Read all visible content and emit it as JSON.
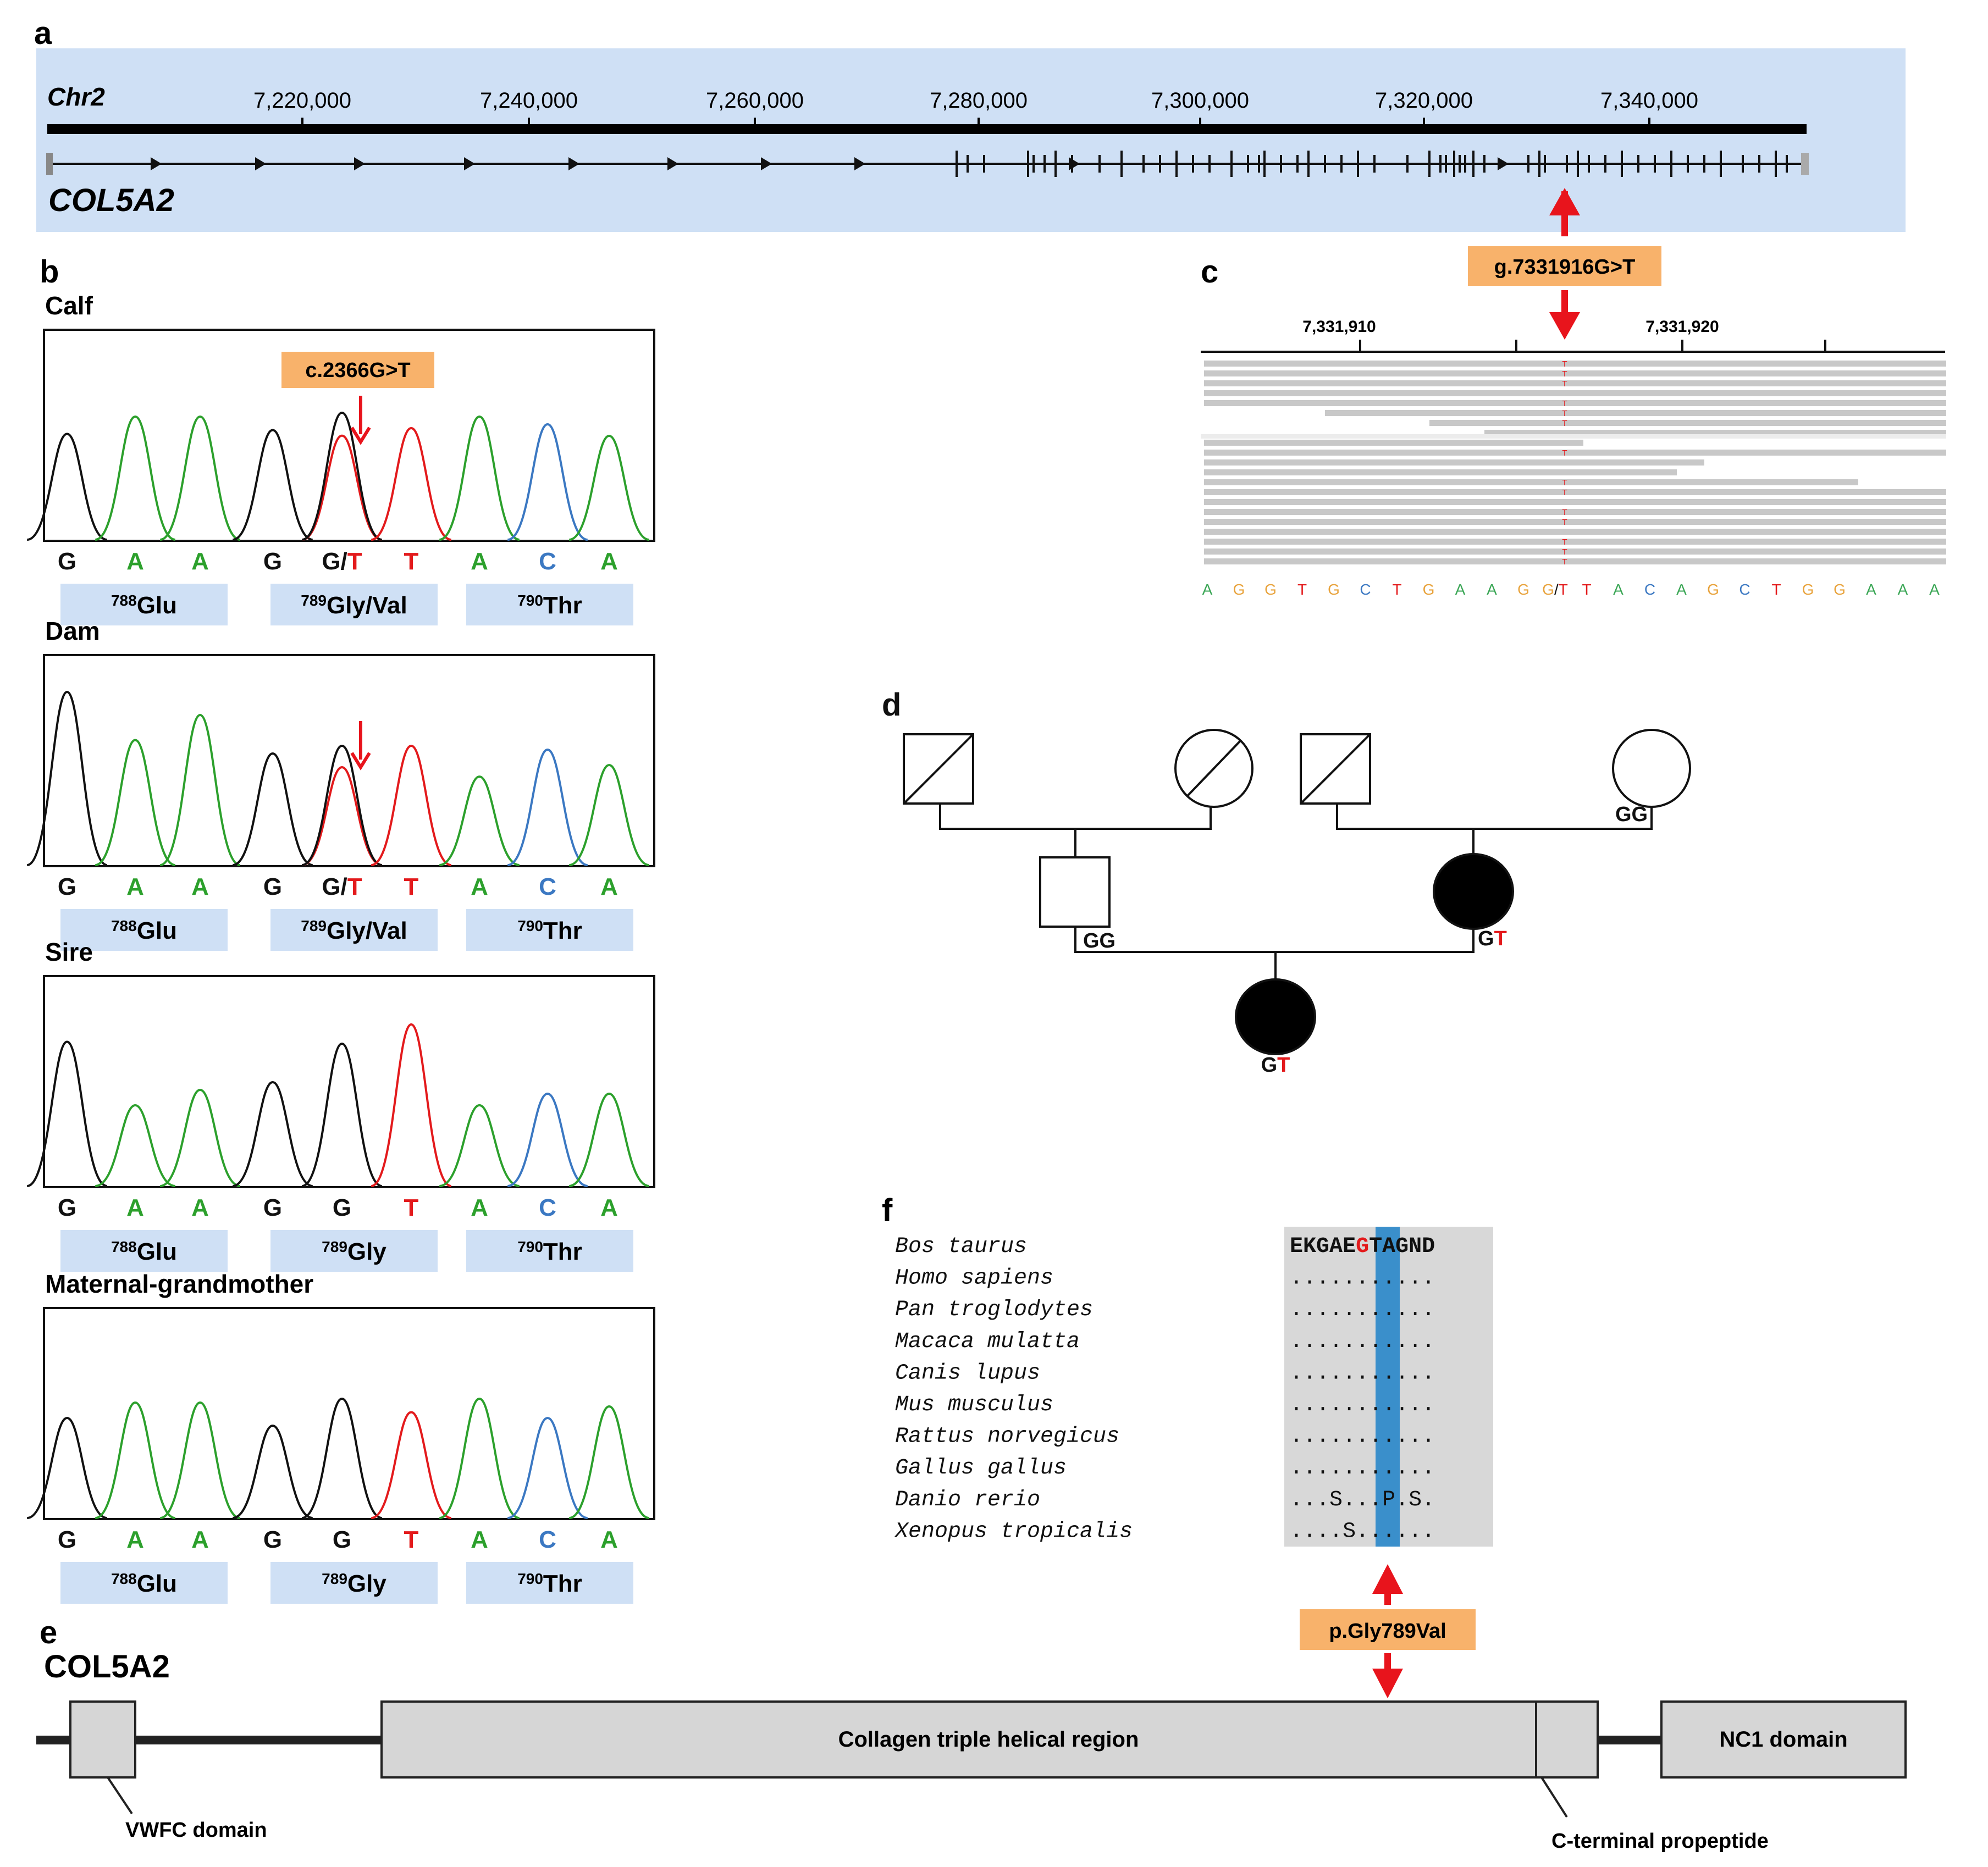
{
  "panels": {
    "a": {
      "letter": "a",
      "chrom": "Chr2",
      "gene": "COL5A2",
      "ticks": [
        "7,220,000",
        "7,240,000",
        "7,260,000",
        "7,280,000",
        "7,300,000",
        "7,320,000",
        "7,340,000"
      ],
      "bg_color": "#cfe0f5"
    },
    "b": {
      "letter": "b",
      "mutation_label": "c.2366G>T",
      "traces": [
        {
          "title": "Calf",
          "bases": [
            "G",
            "A",
            "A",
            "G",
            "G/T",
            "T",
            "A",
            "C",
            "A"
          ],
          "aa": [
            "788Glu",
            "789Gly/Val",
            "790Thr"
          ]
        },
        {
          "title": "Dam",
          "bases": [
            "G",
            "A",
            "A",
            "G",
            "G/T",
            "T",
            "A",
            "C",
            "A"
          ],
          "aa": [
            "788Glu",
            "789Gly/Val",
            "790Thr"
          ]
        },
        {
          "title": "Sire",
          "bases": [
            "G",
            "A",
            "A",
            "G",
            "G",
            "T",
            "A",
            "C",
            "A"
          ],
          "aa": [
            "788Glu",
            "789Gly",
            "790Thr"
          ]
        },
        {
          "title": "Maternal-grandmother",
          "bases": [
            "G",
            "A",
            "A",
            "G",
            "G",
            "T",
            "A",
            "C",
            "A"
          ],
          "aa": [
            "788Glu",
            "789Gly",
            "790Thr"
          ]
        }
      ]
    },
    "c": {
      "letter": "c",
      "variant_label": "g.7331916G>T",
      "ticks": [
        "7,331,910",
        "7,331,920"
      ],
      "alt_base": "T",
      "sequence": [
        "A",
        "G",
        "G",
        "T",
        "G",
        "C",
        "T",
        "G",
        "A",
        "A",
        "G",
        "G/T",
        "T",
        "A",
        "C",
        "A",
        "G",
        "C",
        "T",
        "G",
        "G",
        "A",
        "A",
        "A"
      ]
    },
    "d": {
      "letter": "d",
      "genotypes": {
        "grandmother": "GG",
        "sire": "GG",
        "dam_ref": "G",
        "dam_alt": "T",
        "calf_ref": "G",
        "calf_alt": "T"
      }
    },
    "e": {
      "letter": "e",
      "gene": "COL5A2",
      "domains": {
        "vwfc": "VWFC domain",
        "helix": "Collagen triple helical region",
        "cterm": "C-terminal propeptide",
        "nc1": "NC1 domain"
      }
    },
    "f": {
      "letter": "f",
      "protein_label": "p.Gly789Val",
      "species": [
        "Bos taurus",
        "Homo sapiens",
        "Pan troglodytes",
        "Macaca mulatta",
        "Canis lupus",
        "Mus musculus",
        "Rattus norvegicus",
        "Gallus gallus",
        "Danio rerio",
        "Xenopus tropicalis"
      ],
      "alignment": [
        "EKGAEGTAGND",
        "...........",
        "...........",
        "...........",
        "...........",
        "...........",
        "...........",
        "...........",
        "...S...P.S.",
        "....S......"
      ]
    }
  },
  "colors": {
    "A": "#2ca02c",
    "C": "#3b78c2",
    "G": "#111111",
    "T": "#e31a1c",
    "igv_A": "#3aa655",
    "igv_C": "#3b78c2",
    "igv_G": "#e8a23a",
    "igv_T": "#e31a1c",
    "arrow": "#e8141c",
    "label_box": "#f8b26b",
    "aa_box": "#cfe0f5",
    "domain": "#d6d6d6",
    "highlight": "#3a8fcb"
  }
}
